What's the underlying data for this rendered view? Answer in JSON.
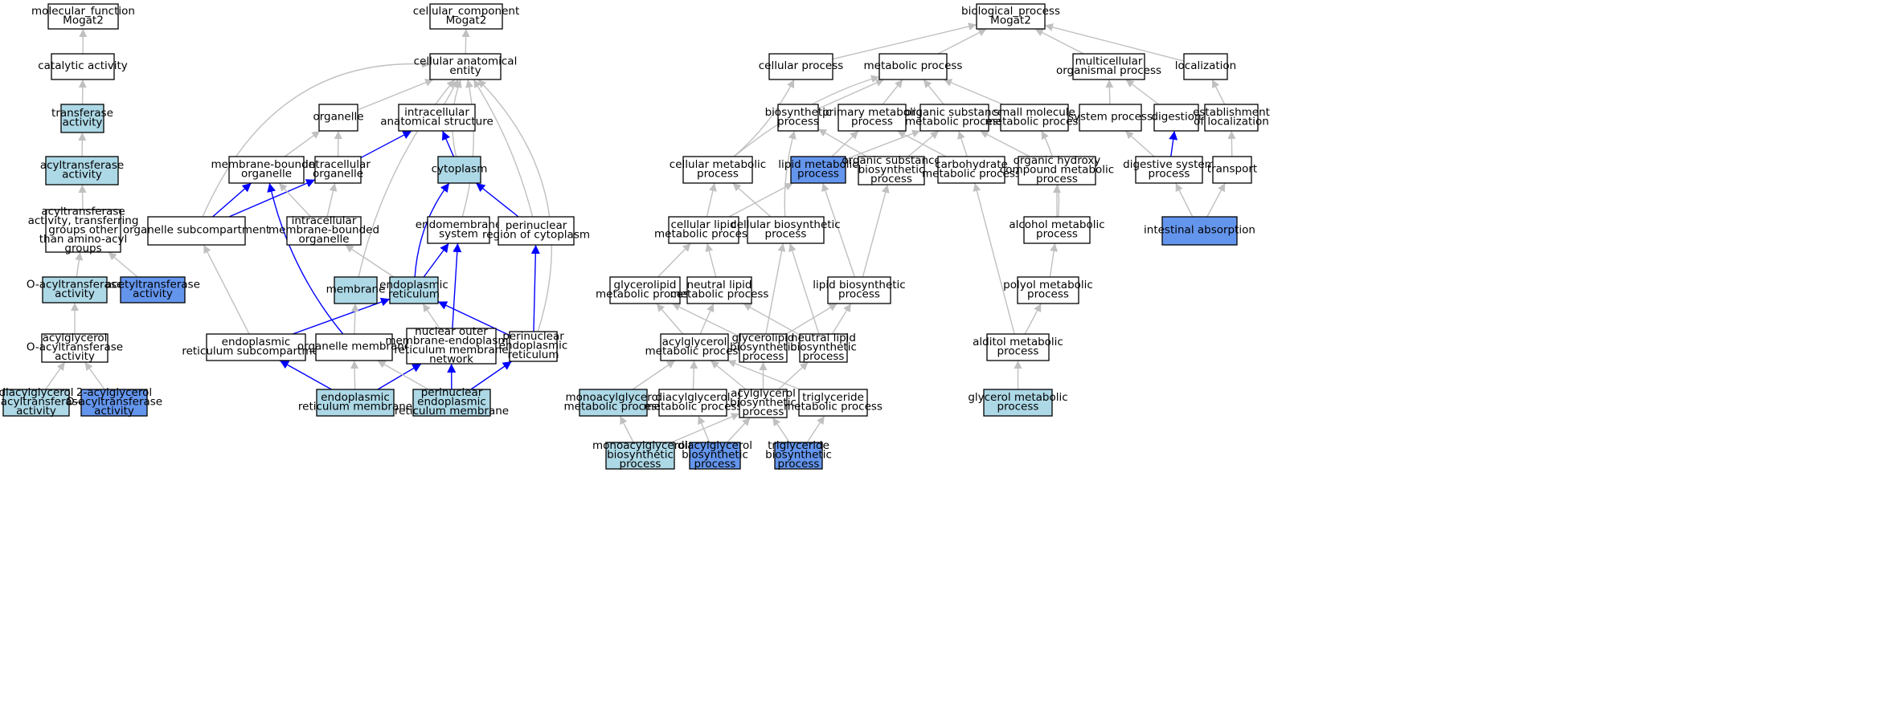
{
  "colors": {
    "plain": "#ffffff",
    "light": "#add8e6",
    "strong": "#6495ed",
    "gray_edge": "#c0c0c0",
    "blue_edge": "#0000ff"
  },
  "nodes": [
    {
      "id": "mf",
      "lines": [
        "molecular_function",
        "Mogat2"
      ],
      "fill": "plain"
    },
    {
      "id": "catalytic",
      "lines": [
        "catalytic activity"
      ],
      "fill": "plain"
    },
    {
      "id": "transferase",
      "lines": [
        "transferase",
        "activity"
      ],
      "fill": "light"
    },
    {
      "id": "acyltransferase",
      "lines": [
        "acyltransferase",
        "activity"
      ],
      "fill": "light"
    },
    {
      "id": "acyl_other",
      "lines": [
        "acyltransferase",
        "activity, transferring",
        "groups other",
        "than amino-acyl",
        "groups"
      ],
      "fill": "plain"
    },
    {
      "id": "oacyl",
      "lines": [
        "O-acyltransferase",
        "activity"
      ],
      "fill": "light"
    },
    {
      "id": "acetyl",
      "lines": [
        "acetyltransferase",
        "activity"
      ],
      "fill": "strong"
    },
    {
      "id": "acylglycerol_oacyl",
      "lines": [
        "acylglycerol",
        "O-acyltransferase",
        "activity"
      ],
      "fill": "plain"
    },
    {
      "id": "diacylglycerol_oacyl",
      "lines": [
        "diacylglycerol",
        "O-acyltransferase",
        "activity"
      ],
      "fill": "light"
    },
    {
      "id": "two_acylglycerol_oacyl",
      "lines": [
        "2-acylglycerol",
        "O-acyltransferase",
        "activity"
      ],
      "fill": "strong"
    },
    {
      "id": "cc",
      "lines": [
        "cellular_component",
        "Mogat2"
      ],
      "fill": "plain"
    },
    {
      "id": "cae",
      "lines": [
        "cellular anatomical",
        "entity"
      ],
      "fill": "plain"
    },
    {
      "id": "organelle",
      "lines": [
        "organelle"
      ],
      "fill": "plain"
    },
    {
      "id": "ias",
      "lines": [
        "intracellular",
        "anatomical structure"
      ],
      "fill": "plain"
    },
    {
      "id": "mbo",
      "lines": [
        "membrane-bounded",
        "organelle"
      ],
      "fill": "plain"
    },
    {
      "id": "io",
      "lines": [
        "intracellular",
        "organelle"
      ],
      "fill": "plain"
    },
    {
      "id": "cytoplasm",
      "lines": [
        "cytoplasm"
      ],
      "fill": "light"
    },
    {
      "id": "osub",
      "lines": [
        "organelle subcompartment"
      ],
      "fill": "plain"
    },
    {
      "id": "imbo",
      "lines": [
        "intracellular",
        "membrane-bounded",
        "organelle"
      ],
      "fill": "plain"
    },
    {
      "id": "endomembrane",
      "lines": [
        "endomembrane",
        "system"
      ],
      "fill": "plain"
    },
    {
      "id": "perinuc_cyto",
      "lines": [
        "perinuclear",
        "region of cytoplasm"
      ],
      "fill": "plain"
    },
    {
      "id": "membrane",
      "lines": [
        "membrane"
      ],
      "fill": "light"
    },
    {
      "id": "er",
      "lines": [
        "endoplasmic",
        "reticulum"
      ],
      "fill": "light"
    },
    {
      "id": "er_sub",
      "lines": [
        "endoplasmic",
        "reticulum subcompartment"
      ],
      "fill": "plain"
    },
    {
      "id": "org_mem",
      "lines": [
        "organelle membrane"
      ],
      "fill": "plain"
    },
    {
      "id": "nuc_outer",
      "lines": [
        "nuclear outer",
        "membrane-endoplasmic",
        "reticulum membrane",
        "network"
      ],
      "fill": "plain"
    },
    {
      "id": "perinuc_er",
      "lines": [
        "perinuclear",
        "endoplasmic",
        "reticulum"
      ],
      "fill": "plain"
    },
    {
      "id": "er_mem",
      "lines": [
        "endoplasmic",
        "reticulum membrane"
      ],
      "fill": "light"
    },
    {
      "id": "perinuc_er_mem",
      "lines": [
        "perinuclear",
        "endoplasmic",
        "reticulum membrane"
      ],
      "fill": "light"
    },
    {
      "id": "bp",
      "lines": [
        "biological_process",
        "Mogat2"
      ],
      "fill": "plain"
    },
    {
      "id": "cellular_process",
      "lines": [
        "cellular process"
      ],
      "fill": "plain"
    },
    {
      "id": "metabolic",
      "lines": [
        "metabolic process"
      ],
      "fill": "plain"
    },
    {
      "id": "multicellular",
      "lines": [
        "multicellular",
        "organismal process"
      ],
      "fill": "plain"
    },
    {
      "id": "localization",
      "lines": [
        "localization"
      ],
      "fill": "plain"
    },
    {
      "id": "biosynthetic",
      "lines": [
        "biosynthetic",
        "process"
      ],
      "fill": "plain"
    },
    {
      "id": "primary",
      "lines": [
        "primary metabolic",
        "process"
      ],
      "fill": "plain"
    },
    {
      "id": "org_subst",
      "lines": [
        "organic substance",
        "metabolic process"
      ],
      "fill": "plain"
    },
    {
      "id": "small_mol",
      "lines": [
        "small molecule",
        "metabolic process"
      ],
      "fill": "plain"
    },
    {
      "id": "system_process",
      "lines": [
        "system process"
      ],
      "fill": "plain"
    },
    {
      "id": "digestion",
      "lines": [
        "digestion"
      ],
      "fill": "plain"
    },
    {
      "id": "est_loc",
      "lines": [
        "establishment",
        "of localization"
      ],
      "fill": "plain"
    },
    {
      "id": "cell_met",
      "lines": [
        "cellular metabolic",
        "process"
      ],
      "fill": "plain"
    },
    {
      "id": "lipid_met",
      "lines": [
        "lipid metabolic",
        "process"
      ],
      "fill": "strong"
    },
    {
      "id": "org_subst_bio",
      "lines": [
        "organic substance",
        "biosynthetic",
        "process"
      ],
      "fill": "plain"
    },
    {
      "id": "carbo",
      "lines": [
        "carbohydrate",
        "metabolic process"
      ],
      "fill": "plain"
    },
    {
      "id": "org_hydroxy",
      "lines": [
        "organic hydroxy",
        "compound metabolic",
        "process"
      ],
      "fill": "plain"
    },
    {
      "id": "dig_sys",
      "lines": [
        "digestive system",
        "process"
      ],
      "fill": "plain"
    },
    {
      "id": "transport",
      "lines": [
        "transport"
      ],
      "fill": "plain"
    },
    {
      "id": "cell_lipid",
      "lines": [
        "cellular lipid",
        "metabolic process"
      ],
      "fill": "plain"
    },
    {
      "id": "cell_bio",
      "lines": [
        "cellular biosynthetic",
        "process"
      ],
      "fill": "plain"
    },
    {
      "id": "alcohol",
      "lines": [
        "alcohol metabolic",
        "process"
      ],
      "fill": "plain"
    },
    {
      "id": "intestinal",
      "lines": [
        "intestinal absorption"
      ],
      "fill": "strong"
    },
    {
      "id": "glycerolipid_met",
      "lines": [
        "glycerolipid",
        "metabolic process"
      ],
      "fill": "plain"
    },
    {
      "id": "neutral_met",
      "lines": [
        "neutral lipid",
        "metabolic process"
      ],
      "fill": "plain"
    },
    {
      "id": "lipid_bio",
      "lines": [
        "lipid biosynthetic",
        "process"
      ],
      "fill": "plain"
    },
    {
      "id": "polyol",
      "lines": [
        "polyol metabolic",
        "process"
      ],
      "fill": "plain"
    },
    {
      "id": "acylglycerol_met",
      "lines": [
        "acylglycerol",
        "metabolic process"
      ],
      "fill": "plain"
    },
    {
      "id": "glycerolipid_bio",
      "lines": [
        "glycerolipid",
        "biosynthetic",
        "process"
      ],
      "fill": "plain"
    },
    {
      "id": "neutral_bio",
      "lines": [
        "neutral lipid",
        "biosynthetic",
        "process"
      ],
      "fill": "plain"
    },
    {
      "id": "alditol",
      "lines": [
        "alditol metabolic",
        "process"
      ],
      "fill": "plain"
    },
    {
      "id": "mono_met",
      "lines": [
        "monoacylglycerol",
        "metabolic process"
      ],
      "fill": "light"
    },
    {
      "id": "di_met",
      "lines": [
        "diacylglycerol",
        "metabolic process"
      ],
      "fill": "plain"
    },
    {
      "id": "acylglycerol_bio",
      "lines": [
        "acylglycerol",
        "biosynthetic",
        "process"
      ],
      "fill": "plain"
    },
    {
      "id": "tri_met",
      "lines": [
        "triglyceride",
        "metabolic process"
      ],
      "fill": "plain"
    },
    {
      "id": "glycerol_met",
      "lines": [
        "glycerol metabolic",
        "process"
      ],
      "fill": "light"
    },
    {
      "id": "mono_bio",
      "lines": [
        "monoacylglycerol",
        "biosynthetic",
        "process"
      ],
      "fill": "light"
    },
    {
      "id": "di_bio",
      "lines": [
        "diacylglycerol",
        "biosynthetic",
        "process"
      ],
      "fill": "strong"
    },
    {
      "id": "tri_bio",
      "lines": [
        "triglyceride",
        "biosynthetic",
        "process"
      ],
      "fill": "strong"
    }
  ],
  "edges": [
    {
      "from": "catalytic",
      "to": "mf",
      "kind": "gray"
    },
    {
      "from": "transferase",
      "to": "catalytic",
      "kind": "gray"
    },
    {
      "from": "acyltransferase",
      "to": "transferase",
      "kind": "gray"
    },
    {
      "from": "acyl_other",
      "to": "acyltransferase",
      "kind": "gray"
    },
    {
      "from": "oacyl",
      "to": "acyl_other",
      "kind": "gray"
    },
    {
      "from": "acetyl",
      "to": "acyl_other",
      "kind": "gray"
    },
    {
      "from": "acylglycerol_oacyl",
      "to": "oacyl",
      "kind": "gray"
    },
    {
      "from": "diacylglycerol_oacyl",
      "to": "acylglycerol_oacyl",
      "kind": "gray"
    },
    {
      "from": "two_acylglycerol_oacyl",
      "to": "acylglycerol_oacyl",
      "kind": "gray"
    },
    {
      "from": "cae",
      "to": "cc",
      "kind": "gray"
    },
    {
      "from": "organelle",
      "to": "cae",
      "kind": "gray"
    },
    {
      "from": "ias",
      "to": "cae",
      "kind": "gray"
    },
    {
      "from": "osub",
      "to": "cae",
      "kind": "gray",
      "curve": -0.35
    },
    {
      "from": "membrane",
      "to": "cae",
      "kind": "gray",
      "curve": -0.12
    },
    {
      "from": "cytoplasm",
      "to": "cae",
      "kind": "gray",
      "curve": -0.15
    },
    {
      "from": "endomembrane",
      "to": "cae",
      "kind": "gray",
      "curve": 0.12
    },
    {
      "from": "perinuc_cyto",
      "to": "cae",
      "kind": "gray",
      "curve": 0.08
    },
    {
      "from": "perinuc_er",
      "to": "cae",
      "kind": "gray",
      "curve": 0.3
    },
    {
      "from": "mbo",
      "to": "organelle",
      "kind": "gray"
    },
    {
      "from": "io",
      "to": "organelle",
      "kind": "gray"
    },
    {
      "from": "io",
      "to": "ias",
      "kind": "blue"
    },
    {
      "from": "cytoplasm",
      "to": "ias",
      "kind": "blue"
    },
    {
      "from": "osub",
      "to": "mbo",
      "kind": "blue"
    },
    {
      "from": "osub",
      "to": "io",
      "kind": "blue"
    },
    {
      "from": "imbo",
      "to": "mbo",
      "kind": "gray"
    },
    {
      "from": "imbo",
      "to": "io",
      "kind": "gray"
    },
    {
      "from": "er",
      "to": "imbo",
      "kind": "gray"
    },
    {
      "from": "er",
      "to": "cytoplasm",
      "kind": "blue",
      "curve": -0.15
    },
    {
      "from": "er",
      "to": "endomembrane",
      "kind": "blue"
    },
    {
      "from": "perinuc_cyto",
      "to": "cytoplasm",
      "kind": "blue"
    },
    {
      "from": "er_sub",
      "to": "osub",
      "kind": "gray"
    },
    {
      "from": "er_sub",
      "to": "er",
      "kind": "blue"
    },
    {
      "from": "org_mem",
      "to": "membrane",
      "kind": "gray"
    },
    {
      "from": "org_mem",
      "to": "mbo",
      "kind": "blue",
      "curve": -0.12
    },
    {
      "from": "nuc_outer",
      "to": "er",
      "kind": "gray"
    },
    {
      "from": "nuc_outer",
      "to": "endomembrane",
      "kind": "blue"
    },
    {
      "from": "perinuc_er",
      "to": "er",
      "kind": "blue"
    },
    {
      "from": "perinuc_er",
      "to": "perinuc_cyto",
      "kind": "blue"
    },
    {
      "from": "er_mem",
      "to": "er_sub",
      "kind": "blue"
    },
    {
      "from": "er_mem",
      "to": "org_mem",
      "kind": "gray"
    },
    {
      "from": "er_mem",
      "to": "nuc_outer",
      "kind": "blue"
    },
    {
      "from": "perinuc_er_mem",
      "to": "org_mem",
      "kind": "gray"
    },
    {
      "from": "perinuc_er_mem",
      "to": "nuc_outer",
      "kind": "blue"
    },
    {
      "from": "perinuc_er_mem",
      "to": "perinuc_er",
      "kind": "blue"
    },
    {
      "from": "cellular_process",
      "to": "bp",
      "kind": "gray"
    },
    {
      "from": "metabolic",
      "to": "bp",
      "kind": "gray"
    },
    {
      "from": "multicellular",
      "to": "bp",
      "kind": "gray"
    },
    {
      "from": "localization",
      "to": "bp",
      "kind": "gray"
    },
    {
      "from": "biosynthetic",
      "to": "metabolic",
      "kind": "gray"
    },
    {
      "from": "primary",
      "to": "metabolic",
      "kind": "gray"
    },
    {
      "from": "org_subst",
      "to": "metabolic",
      "kind": "gray"
    },
    {
      "from": "small_mol",
      "to": "metabolic",
      "kind": "gray"
    },
    {
      "from": "system_process",
      "to": "multicellular",
      "kind": "gray"
    },
    {
      "from": "digestion",
      "to": "multicellular",
      "kind": "gray"
    },
    {
      "from": "est_loc",
      "to": "localization",
      "kind": "gray"
    },
    {
      "from": "cell_met",
      "to": "cellular_process",
      "kind": "gray",
      "curve": 0.1
    },
    {
      "from": "cell_met",
      "to": "metabolic",
      "kind": "gray",
      "curve": -0.1
    },
    {
      "from": "lipid_met",
      "to": "primary",
      "kind": "gray"
    },
    {
      "from": "lipid_met",
      "to": "org_subst",
      "kind": "gray"
    },
    {
      "from": "org_subst_bio",
      "to": "biosynthetic",
      "kind": "gray"
    },
    {
      "from": "org_subst_bio",
      "to": "org_subst",
      "kind": "gray"
    },
    {
      "from": "carbo",
      "to": "primary",
      "kind": "gray"
    },
    {
      "from": "carbo",
      "to": "org_subst",
      "kind": "gray"
    },
    {
      "from": "org_hydroxy",
      "to": "org_subst",
      "kind": "gray"
    },
    {
      "from": "dig_sys",
      "to": "system_process",
      "kind": "gray"
    },
    {
      "from": "dig_sys",
      "to": "digestion",
      "kind": "blue"
    },
    {
      "from": "transport",
      "to": "est_loc",
      "kind": "gray"
    },
    {
      "from": "cell_lipid",
      "to": "cell_met",
      "kind": "gray"
    },
    {
      "from": "cell_lipid",
      "to": "lipid_met",
      "kind": "gray"
    },
    {
      "from": "cell_bio",
      "to": "cell_met",
      "kind": "gray"
    },
    {
      "from": "cell_bio",
      "to": "biosynthetic",
      "kind": "gray",
      "curve": -0.08
    },
    {
      "from": "alcohol",
      "to": "org_hydroxy",
      "kind": "gray"
    },
    {
      "from": "alcohol",
      "to": "small_mol",
      "kind": "gray",
      "curve": 0.15
    },
    {
      "from": "intestinal",
      "to": "dig_sys",
      "kind": "gray"
    },
    {
      "from": "intestinal",
      "to": "transport",
      "kind": "gray"
    },
    {
      "from": "glycerolipid_met",
      "to": "cell_lipid",
      "kind": "gray"
    },
    {
      "from": "neutral_met",
      "to": "cell_lipid",
      "kind": "gray"
    },
    {
      "from": "lipid_bio",
      "to": "lipid_met",
      "kind": "gray"
    },
    {
      "from": "lipid_bio",
      "to": "org_subst_bio",
      "kind": "gray"
    },
    {
      "from": "polyol",
      "to": "alcohol",
      "kind": "gray"
    },
    {
      "from": "acylglycerol_met",
      "to": "glycerolipid_met",
      "kind": "gray"
    },
    {
      "from": "acylglycerol_met",
      "to": "neutral_met",
      "kind": "gray"
    },
    {
      "from": "glycerolipid_bio",
      "to": "glycerolipid_met",
      "kind": "gray"
    },
    {
      "from": "glycerolipid_bio",
      "to": "lipid_bio",
      "kind": "gray"
    },
    {
      "from": "glycerolipid_bio",
      "to": "cell_bio",
      "kind": "gray"
    },
    {
      "from": "neutral_bio",
      "to": "neutral_met",
      "kind": "gray"
    },
    {
      "from": "neutral_bio",
      "to": "lipid_bio",
      "kind": "gray"
    },
    {
      "from": "neutral_bio",
      "to": "cell_bio",
      "kind": "gray"
    },
    {
      "from": "alditol",
      "to": "polyol",
      "kind": "gray"
    },
    {
      "from": "alditol",
      "to": "carbo",
      "kind": "gray"
    },
    {
      "from": "mono_met",
      "to": "acylglycerol_met",
      "kind": "gray"
    },
    {
      "from": "di_met",
      "to": "acylglycerol_met",
      "kind": "gray"
    },
    {
      "from": "acylglycerol_bio",
      "to": "acylglycerol_met",
      "kind": "gray"
    },
    {
      "from": "acylglycerol_bio",
      "to": "glycerolipid_bio",
      "kind": "gray"
    },
    {
      "from": "acylglycerol_bio",
      "to": "neutral_bio",
      "kind": "gray"
    },
    {
      "from": "tri_met",
      "to": "acylglycerol_met",
      "kind": "gray"
    },
    {
      "from": "glycerol_met",
      "to": "alditol",
      "kind": "gray"
    },
    {
      "from": "mono_bio",
      "to": "mono_met",
      "kind": "gray"
    },
    {
      "from": "mono_bio",
      "to": "acylglycerol_bio",
      "kind": "gray"
    },
    {
      "from": "di_bio",
      "to": "di_met",
      "kind": "gray"
    },
    {
      "from": "di_bio",
      "to": "acylglycerol_bio",
      "kind": "gray"
    },
    {
      "from": "tri_bio",
      "to": "acylglycerol_bio",
      "kind": "gray"
    },
    {
      "from": "tri_bio",
      "to": "tri_met",
      "kind": "gray"
    }
  ]
}
